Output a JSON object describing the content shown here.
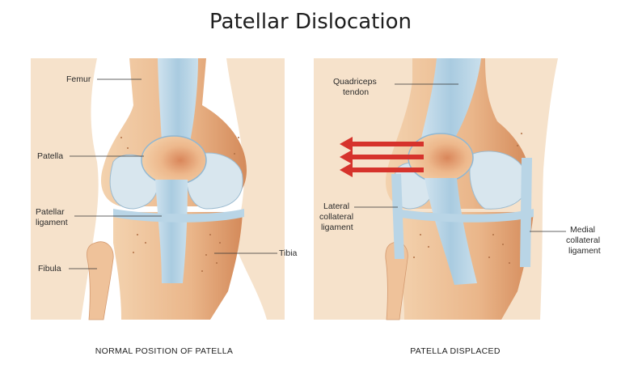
{
  "title": "Patellar Dislocation",
  "left_panel": {
    "caption": "NORMAL POSITION OF PATELLA",
    "labels": {
      "femur": "Femur",
      "patella": "Patella",
      "patellar_ligament_1": "Patellar",
      "patellar_ligament_2": "ligament",
      "fibula": "Fibula",
      "tibia": "Tibia"
    }
  },
  "right_panel": {
    "caption": "PATELLA DISPLACED",
    "labels": {
      "quadriceps_1": "Quadriceps",
      "quadriceps_2": "tendon",
      "lateral_1": "Lateral",
      "lateral_2": "collateral",
      "lateral_3": "ligament",
      "medial_1": "Medial",
      "medial_2": "collateral",
      "medial_3": "ligament"
    }
  },
  "colors": {
    "skin": "#f6e2cb",
    "bone": "#eec39a",
    "bone_shade": "#d99667",
    "ligament": "#b9d5e6",
    "ligament_line": "#8fb7d3",
    "cartilage": "#d8e6ee",
    "arrow": "#d6332c"
  }
}
